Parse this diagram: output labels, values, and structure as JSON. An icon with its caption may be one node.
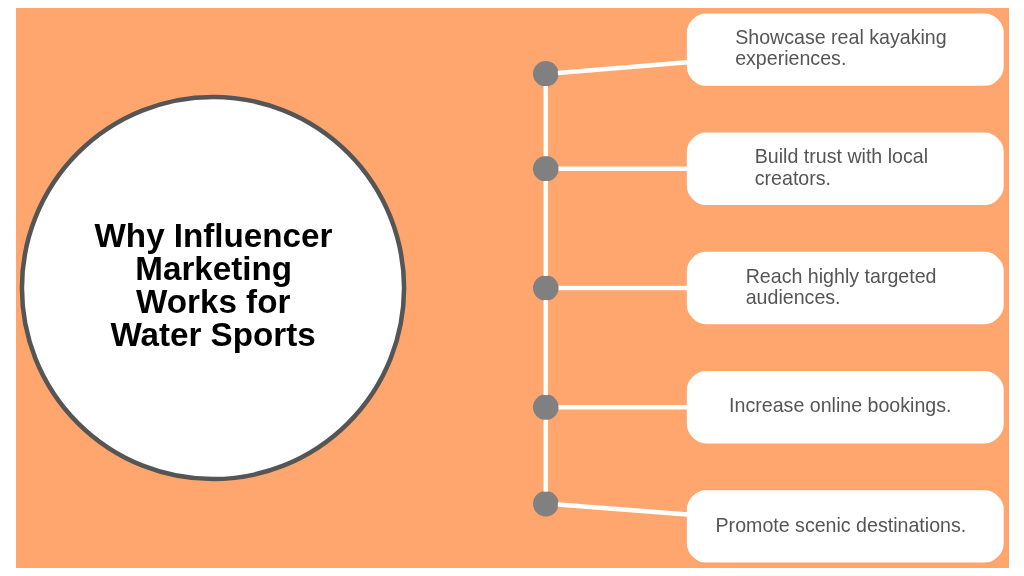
{
  "diagram": {
    "nodes": [
      {
        "text": [
          "Why Influencer Marketing Works for Water Sports"
        ]
      },
      {
        "text": [],
        "shape": "circle"
      },
      {
        "text": [
          "Showcase real kayaking experiences."
        ]
      },
      {
        "text": [],
        "shape": "circle"
      },
      {
        "text": [
          "Build trust with local creators."
        ]
      },
      {
        "text": [],
        "shape": "circle"
      },
      {
        "text": [
          "Reach highly targeted audiences."
        ]
      },
      {
        "text": [],
        "shape": "circle"
      },
      {
        "text": [
          "Increase online bookings."
        ]
      },
      {
        "text": [],
        "shape": "circle"
      },
      {
        "text": [
          "Promote scenic destinations."
        ]
      }
    ],
    "edges": [
      {
        "from": 1,
        "to": 2,
        "arrow": "none"
      },
      {
        "from": 3,
        "to": 4,
        "arrow": "none"
      },
      {
        "from": 5,
        "to": 6,
        "arrow": "none"
      },
      {
        "from": 7,
        "to": 8,
        "arrow": "none"
      },
      {
        "from": 9,
        "to": 10,
        "arrow": "none"
      },
      {
        "from": 1,
        "to": 3,
        "arrow": "none"
      },
      {
        "from": 3,
        "to": 5,
        "arrow": "none"
      },
      {
        "from": 5,
        "to": 7,
        "arrow": "none"
      },
      {
        "from": 7,
        "to": 9,
        "arrow": "none"
      }
    ]
  }
}
